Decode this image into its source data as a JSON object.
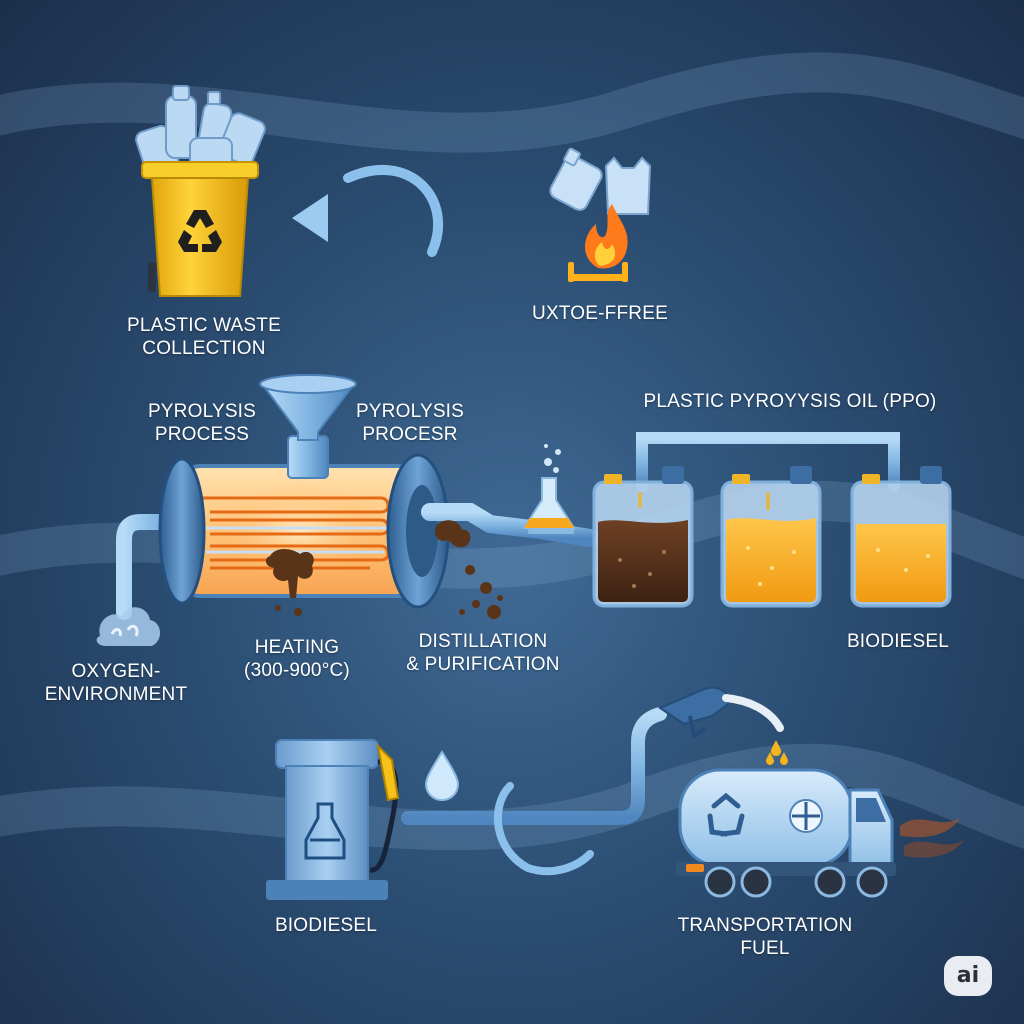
{
  "labels": {
    "collection": [
      "PLASTIC WASTE",
      "COLLECTION"
    ],
    "oxygen_free": "UXTOE-FFREE",
    "pyrolysis_left": [
      "PYROLYSIS",
      "PROCESS"
    ],
    "pyrolysis_right": [
      "PYROLYSIS",
      "PROCESR"
    ],
    "ppo": "PLASTIC PYROYYSIS OIL (PPO)",
    "heating": [
      "HEATING",
      "(300-900°C)"
    ],
    "distillation": [
      "DISTILLATION",
      "& PURIFICATION"
    ],
    "biodiesel_right": "BIODIESEL",
    "oxygen_env": [
      "OXYGEN-",
      "ENVIRONMENT"
    ],
    "biodiesel_bottom": "BIODIESEL",
    "transport": [
      "TRANSPORTATION",
      "FUEL"
    ]
  },
  "badge": "ai",
  "icons": [
    "recycle-bin-icon",
    "plastic-bottles-icon",
    "flame-icon",
    "funnel-icon",
    "reactor-icon",
    "flask-icon",
    "oil-tank-icon",
    "fuel-pump-icon",
    "droplet-icon",
    "fuel-nozzle-icon",
    "tanker-truck-icon",
    "oxygen-cloud-icon"
  ],
  "colors": {
    "background": "#2b4d72",
    "pipe": "#8cc0ec",
    "bin_yellow": "#f5c21a",
    "oil_dark": "#5a3418",
    "oil_amber": "#f5a623",
    "oil_orange": "#f7b02a",
    "flame": "#ff7a1a",
    "text": "#ffffff"
  }
}
